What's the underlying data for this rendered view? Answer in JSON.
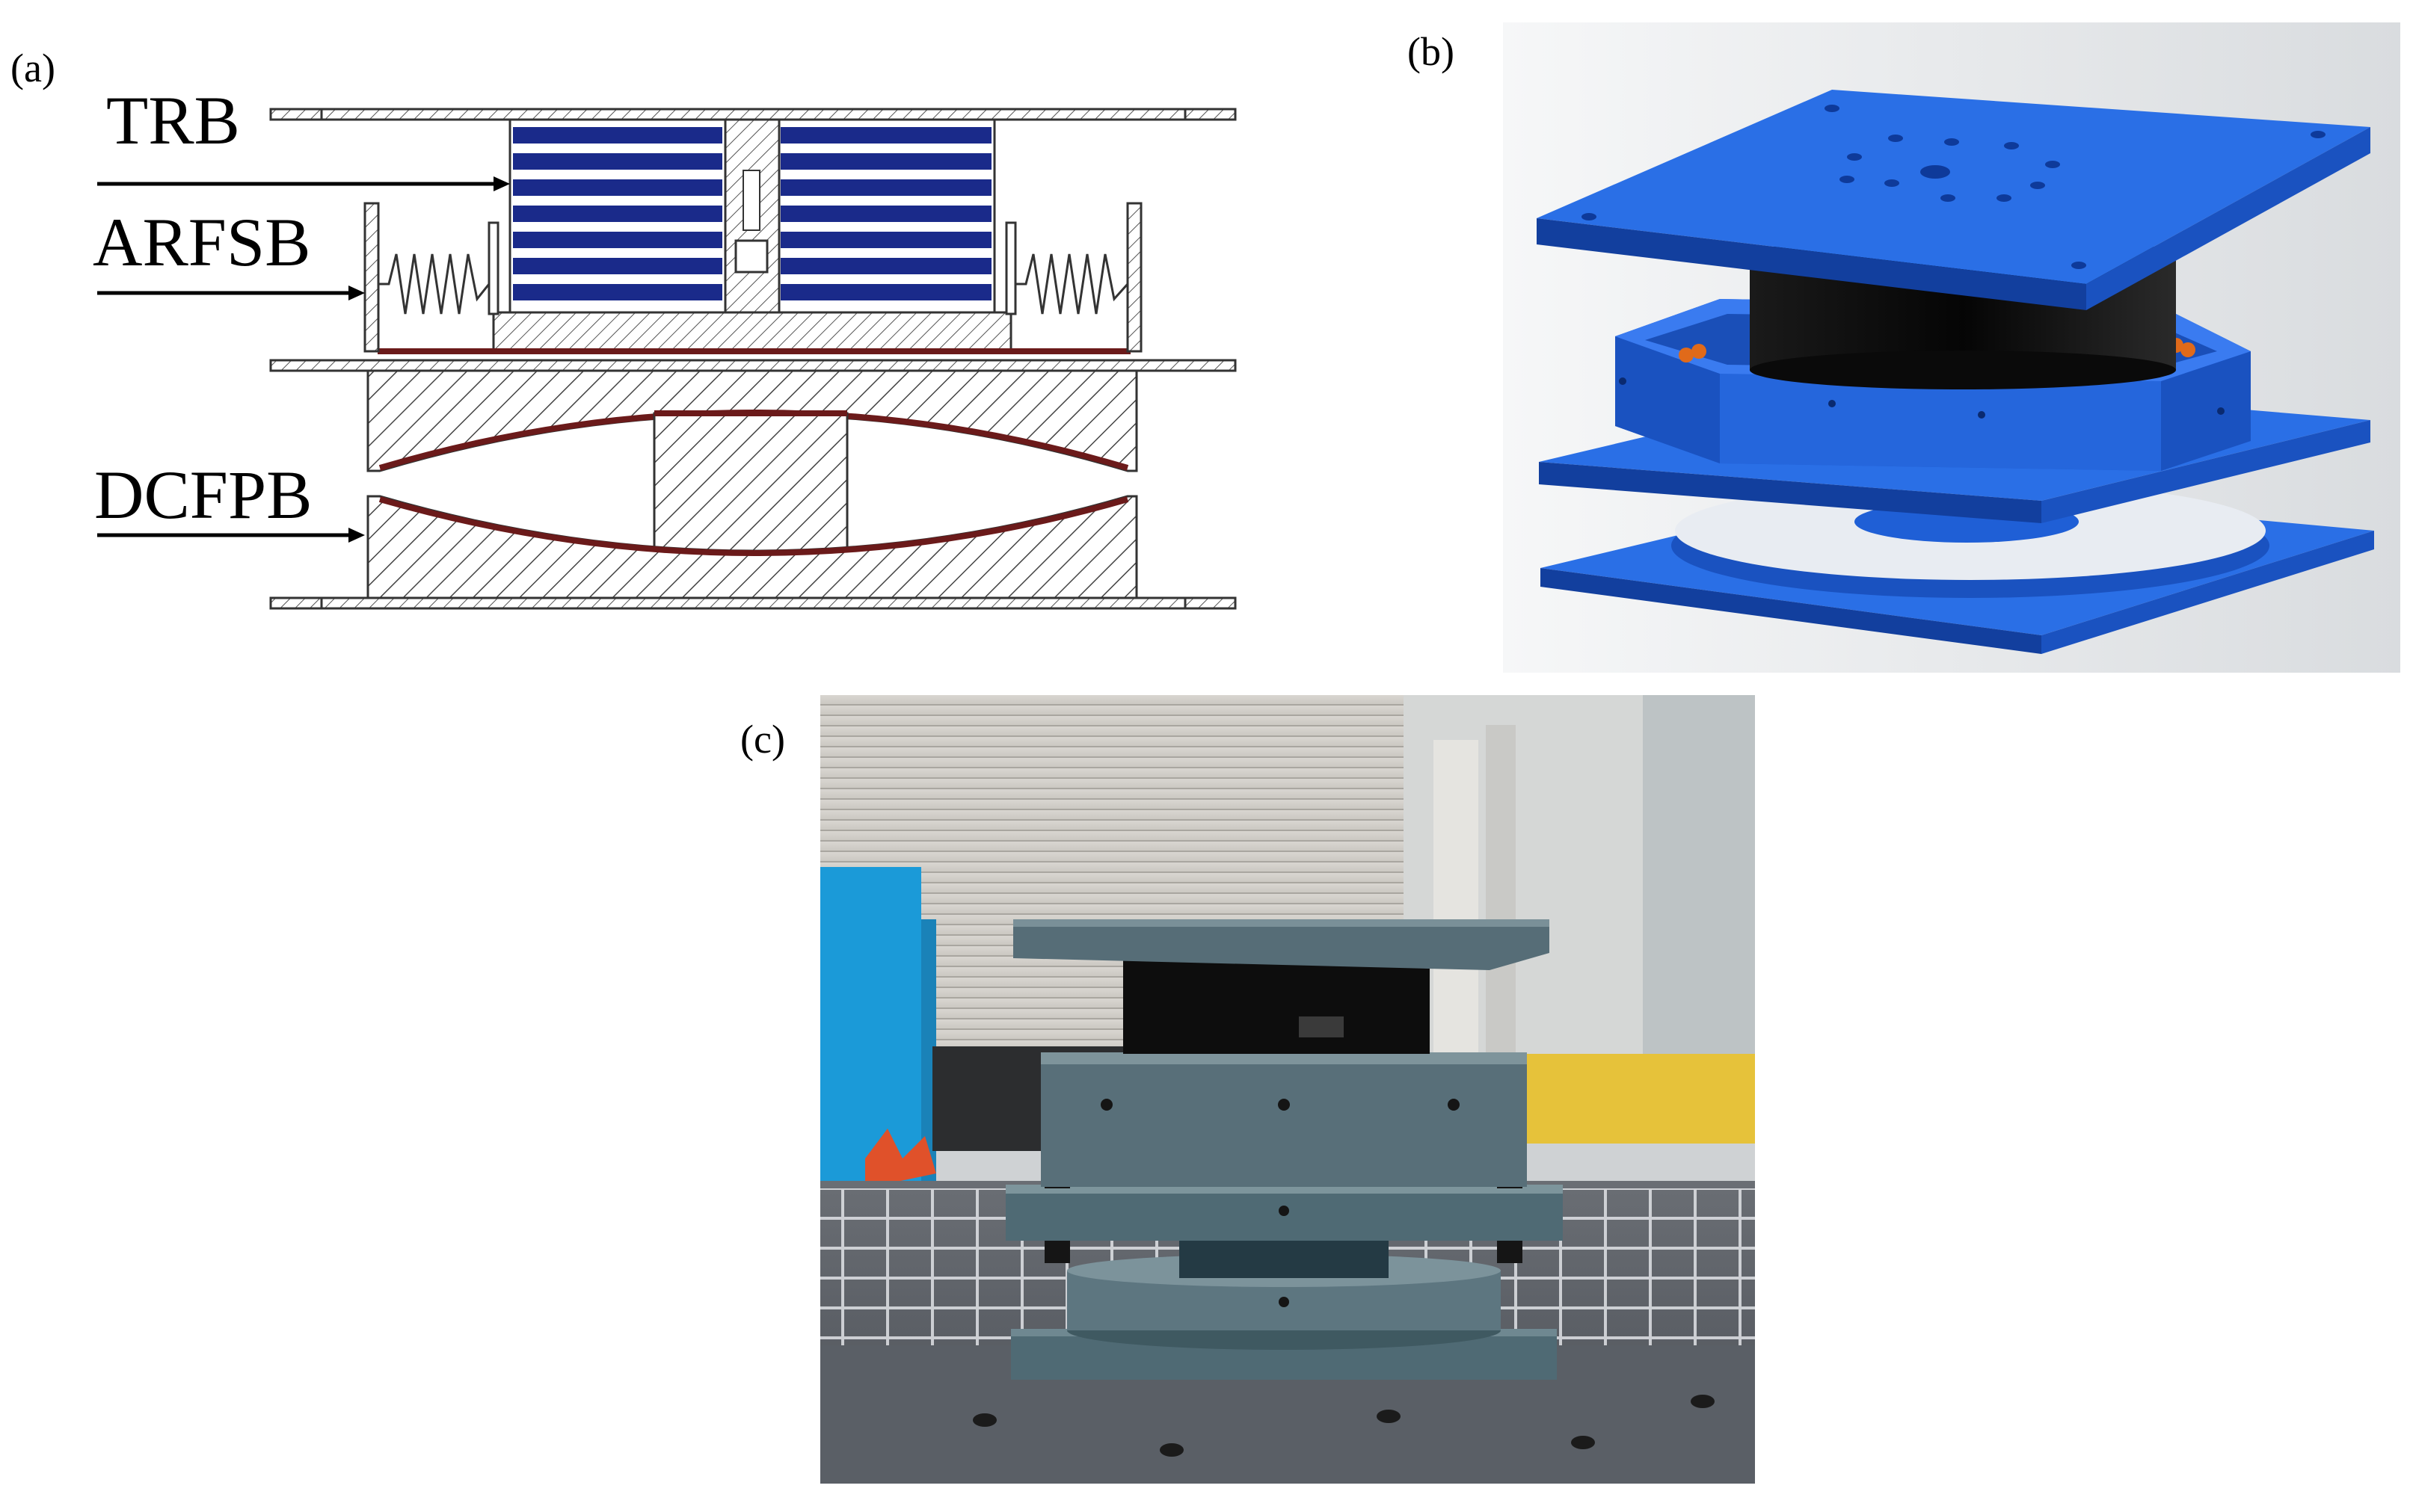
{
  "panels": {
    "a": {
      "label": "(a)"
    },
    "b": {
      "label": "(b)"
    },
    "c": {
      "label": "(c)"
    }
  },
  "components": {
    "trb": "TRB",
    "arfsb": "ARFSB",
    "dcfpb": "DCFPB"
  },
  "colors": {
    "rubber_layer": "#1a2a8a",
    "steel_plate_line": "#6b1a1a",
    "cad_blue": "#1f5fd6",
    "cad_blue_dark": "#123f9e",
    "core_black": "#0b0b0b",
    "spring_orange": "#e06a1a",
    "photo_steel": "#4f6a74",
    "photo_floor": "#5c6066"
  }
}
